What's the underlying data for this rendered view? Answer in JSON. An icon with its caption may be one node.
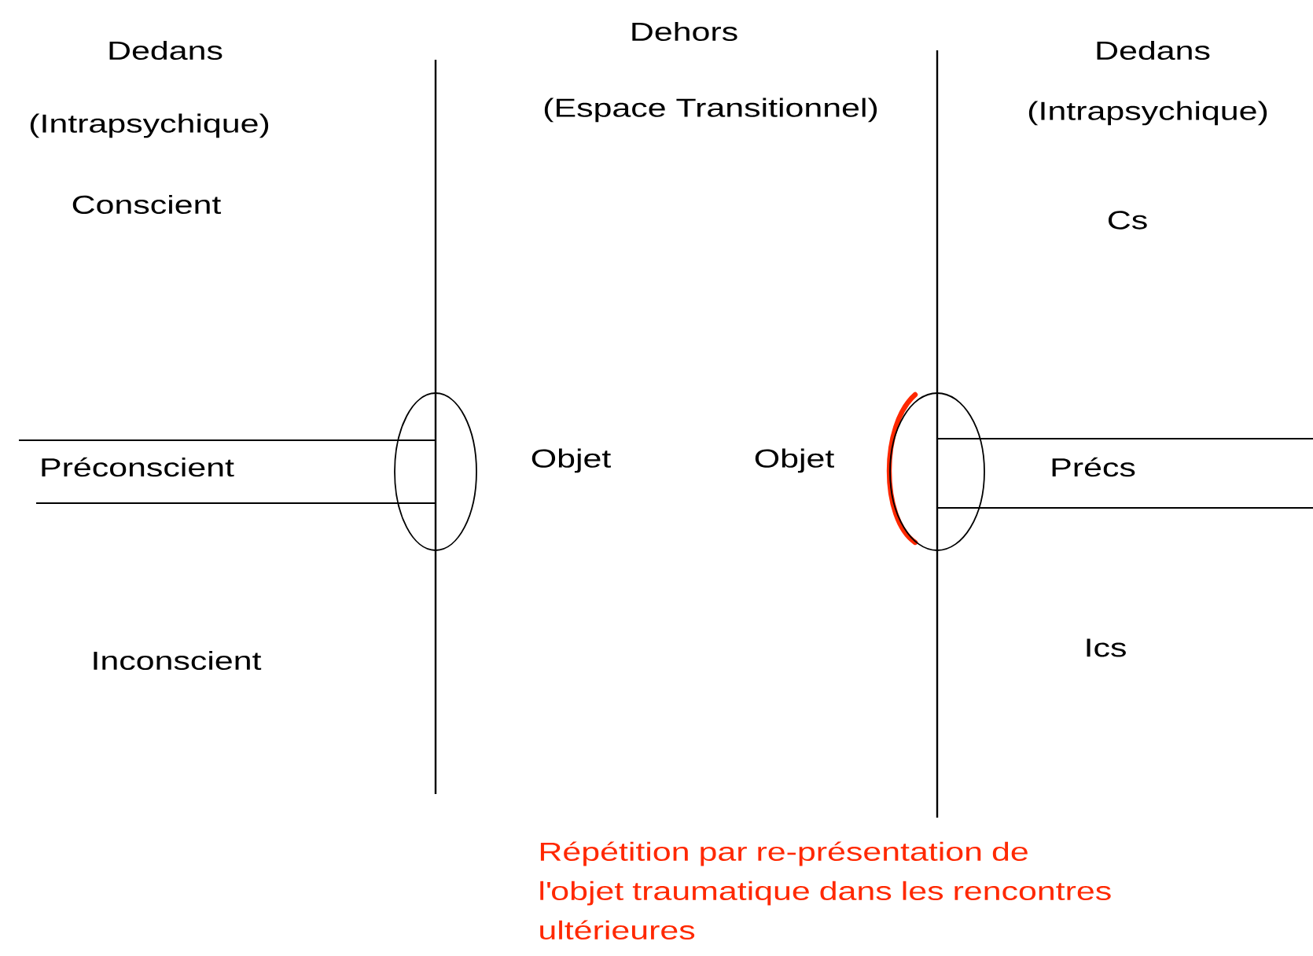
{
  "diagram": {
    "nodes": [
      {
        "text": [
          "Préconscient"
        ]
      },
      {
        "text": [],
        "shape": "ellipse"
      },
      {
        "text": [],
        "shape": "ellipse"
      },
      {
        "text": [
          "Précs"
        ]
      }
    ],
    "labels": [
      "Dedans",
      "(Intrapsychique)",
      "Conscient",
      "Inconscient",
      "Dehors",
      "(Espace Transitionnel)",
      "Objet",
      "Dedans",
      "(Intrapsychique)",
      "Cs",
      "Objet",
      "Ics",
      "Répétition par re-présentation de l'objet traumatique dans les rencontres ultérieures"
    ]
  }
}
